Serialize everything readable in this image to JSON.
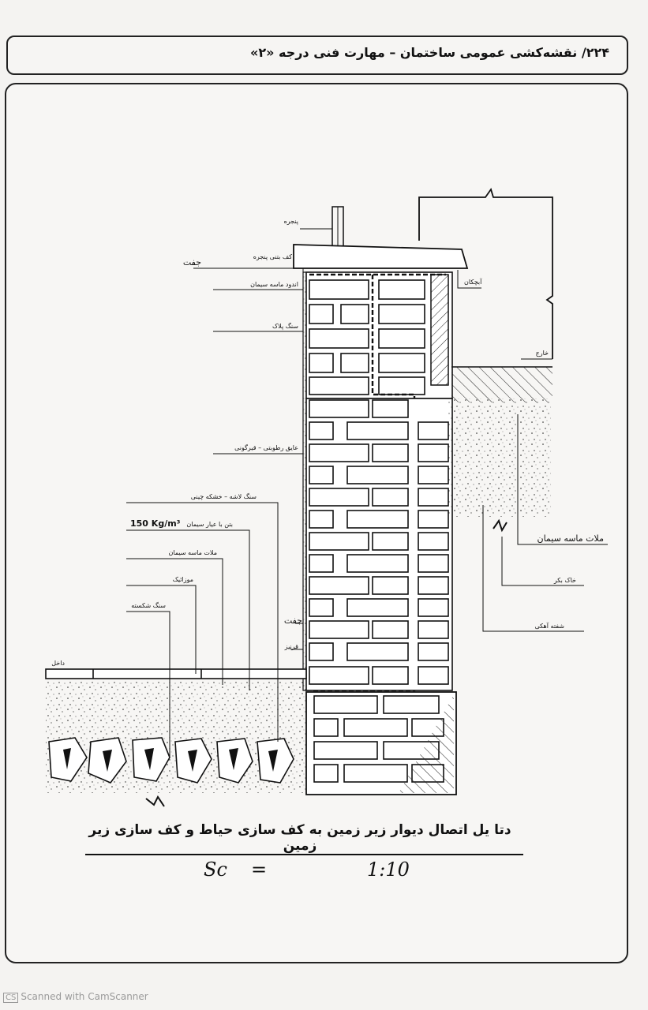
{
  "header": {
    "title": "۲۲۴/ نقشه‌کشی عمومی ساختمان – مهارت فنی درجه «۲»"
  },
  "labels": {
    "window": "پنجره",
    "window_sill": "کف بتنی پنجره",
    "joint_top": "جفت",
    "cement_plaster": "اندود ماسه سیمان",
    "drip": "آبچکان",
    "stone_slab": "سنگ پلاک",
    "outside": "خارج",
    "waterproof": "عایق رطوبتی – قیرگونی",
    "rubble_stone": "سنگ لاشه – خشکه چینی",
    "concrete_dosage": "150 Kg/m³",
    "concrete": "بتن با عیار سیمان",
    "cement_mortar": "ملات ماسه سیمان",
    "mosaic": "موزائیک",
    "crushed_stone": "سنگ شکسته",
    "joint_side": "جفت",
    "plinth": "قرنیز",
    "inside": "داخل",
    "mortar_right": "ملات ماسه سیمان",
    "virgin_soil": "خاک بکر",
    "lime_mix": "شفته آهکی"
  },
  "caption": {
    "title": "دتا یل اتصال دیوار زیر زمین به کف سازی حیاط و کف سازی زیر زمین",
    "scale_label": "Sc",
    "scale_eq": "=",
    "scale_value": "1:10"
  },
  "scanner": {
    "badge": "CS",
    "text": "Scanned with CamScanner"
  }
}
